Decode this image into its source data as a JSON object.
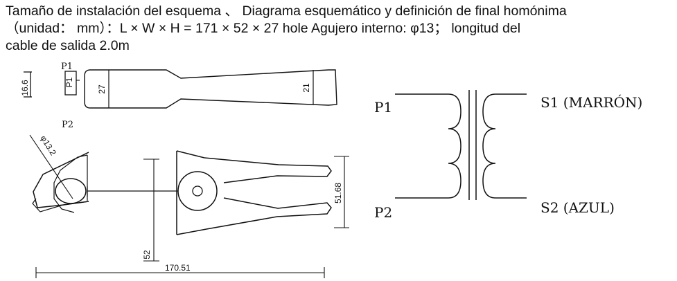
{
  "header": {
    "line1": "Tamaño de instalación del esquema 、 Diagrama esquemático y definición de final homónima",
    "line2": "（unidad： mm）：L × W × H = 171 × 52 × 27 hole Agujero interno: φ13； longitud del",
    "line3": "cable de salida 2.0m"
  },
  "mechanical": {
    "top_view": {
      "label_p1": "P1",
      "dim_thickness": "16.6",
      "dim_height": "27",
      "dim_handle": "21",
      "marker_p1": "P1"
    },
    "side_view": {
      "label_p2": "P2",
      "dim_diameter": "φ13.2",
      "dim_width": "51.68",
      "dim_height": "52",
      "dim_length": "170.51"
    }
  },
  "schematic": {
    "label_p1": "P1",
    "label_p2": "P2",
    "label_s1": "S1 (MARRÓN)",
    "label_s2": "S2 (AZUL)"
  }
}
